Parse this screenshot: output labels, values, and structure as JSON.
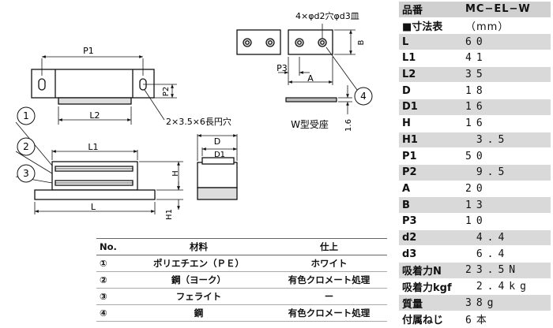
{
  "spec_table": {
    "header": {
      "label": "品番",
      "value": "MC−EL−W"
    },
    "section": {
      "label": "■寸法表",
      "value": "（mm）"
    },
    "rows": [
      {
        "label": "L",
        "value": "60"
      },
      {
        "label": "L1",
        "value": "41"
      },
      {
        "label": "L2",
        "value": "35"
      },
      {
        "label": "D",
        "value": "18"
      },
      {
        "label": "D1",
        "value": "16"
      },
      {
        "label": "H",
        "value": "16"
      },
      {
        "label": "H1",
        "value": " 3.5"
      },
      {
        "label": "P1",
        "value": "50"
      },
      {
        "label": "P2",
        "value": " 9.5"
      },
      {
        "label": "A",
        "value": "20"
      },
      {
        "label": "B",
        "value": "13"
      },
      {
        "label": "P3",
        "value": "10"
      },
      {
        "label": "d2",
        "value": " 4.4"
      },
      {
        "label": "d3",
        "value": " 6.4"
      },
      {
        "label": "吸着力N",
        "value": "23.5N"
      },
      {
        "label": "吸着力kgf",
        "value": " 2.4kg"
      },
      {
        "label": "質量",
        "value": "38g"
      },
      {
        "label": "付属ねじ",
        "value": "6本"
      }
    ]
  },
  "materials": {
    "headers": {
      "no": "No.",
      "material": "材料",
      "finish": "仕上"
    },
    "rows": [
      {
        "no": "①",
        "material": "ポリエチエン（ＰＥ）",
        "finish": "ホワイト"
      },
      {
        "no": "②",
        "material": "鋼（ヨーク）",
        "finish": "有色クロメート処理"
      },
      {
        "no": "③",
        "material": "フェライト",
        "finish": "ー"
      },
      {
        "no": "④",
        "material": "鋼",
        "finish": "有色クロメート処理"
      }
    ]
  },
  "drawing": {
    "labels": {
      "p1": "P1",
      "p2": "P2",
      "l2": "L2",
      "slot_note": "2×3.5×6長円穴",
      "l1": "L1",
      "h": "H",
      "h1": "H1",
      "l": "L",
      "d": "D",
      "d1": "D1",
      "holes_note": "4×φd2穴φd3皿",
      "b": "B",
      "p3": "P3",
      "a": "A",
      "thickness": "1.6",
      "plate_name": "W型受座",
      "c1": "1",
      "c2": "2",
      "c3": "3",
      "c4": "4"
    }
  }
}
